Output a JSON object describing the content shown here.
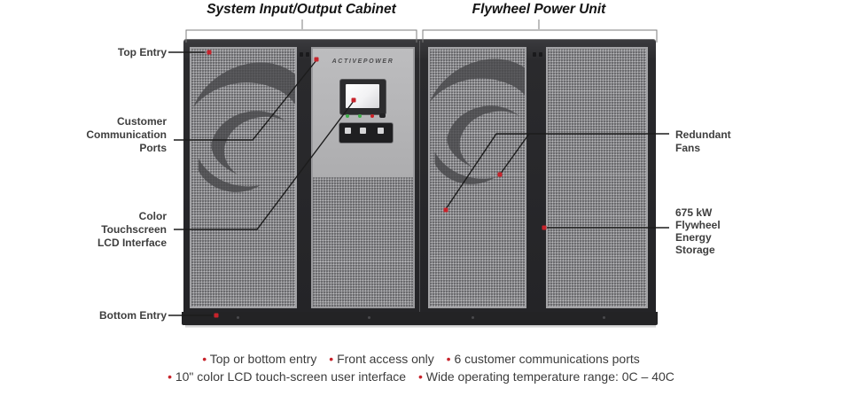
{
  "headers": {
    "io_cabinet": "System Input/Output Cabinet",
    "flywheel_unit": "Flywheel Power Unit"
  },
  "panel": {
    "logo": "ActivePower"
  },
  "callouts": {
    "top_entry": "Top Entry",
    "customer_comm": "Customer\nCommunication\nPorts",
    "lcd_interface": "Color\nTouchscreen\nLCD Interface",
    "bottom_entry": "Bottom Entry",
    "redundant_fans": "Redundant\nFans",
    "flywheel_storage": "675 kW\nFlywheel\nEnergy\nStorage"
  },
  "footer": {
    "line1": [
      "Top or bottom entry",
      "Front access only",
      "6 customer communications ports"
    ],
    "line2": [
      "10\" color LCD touch-screen user interface",
      "Wide operating temperature range: 0C – 40C"
    ]
  },
  "colors": {
    "accent_red": "#c8232b",
    "frame_dark": "#28282a",
    "mesh_gray": "#8e8e91",
    "panel_gray": "#b5b5b7",
    "leader_line": "#1c1c1c",
    "led_green": "#3fae49",
    "led_red": "#cc2127"
  }
}
